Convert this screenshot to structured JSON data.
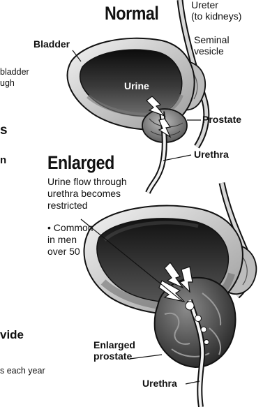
{
  "normal": {
    "title": "Normal",
    "ureter_label": "Ureter\n(to kidneys)",
    "seminal_label": "Seminal\nvesicle",
    "bladder_label": "Bladder",
    "urine_label": "Urine",
    "prostate_label": "Prostate",
    "urethra_label": "Urethra"
  },
  "left_fragments": {
    "frag1": "bladder",
    "frag2": "ugh",
    "frag3": "s",
    "frag4": "n",
    "frag5": "vide",
    "frag6": "s each year"
  },
  "enlarged": {
    "title": "Enlarged",
    "caption": "Urine flow through\nurethra becomes\nrestricted",
    "note": "• Common\nin men\nover 50",
    "prostate_label": "Enlarged\nprostate",
    "urethra_label": "Urethra"
  },
  "colors": {
    "ink": "#111111",
    "urine_dark": "#2a2a2a",
    "tissue_gray": "#8a8a8a",
    "light_gray": "#d6d6d6"
  }
}
